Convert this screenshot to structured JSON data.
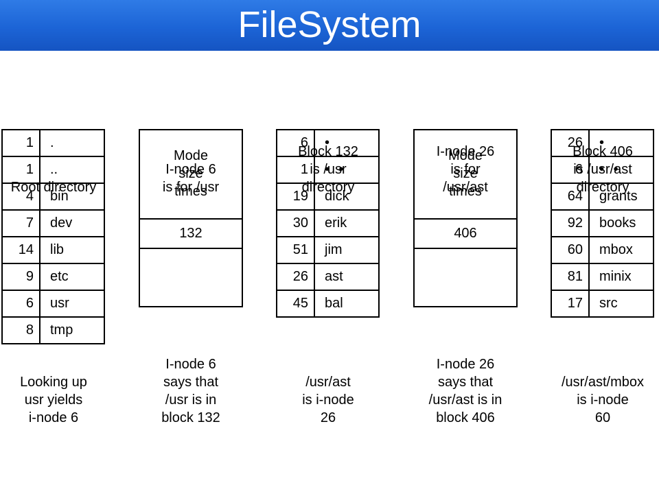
{
  "title": "FileSystem",
  "root": {
    "heading": [
      "Root directory"
    ],
    "entries": [
      {
        "num": "1",
        "name": "."
      },
      {
        "num": "1",
        "name": ".."
      },
      {
        "num": "4",
        "name": "bin"
      },
      {
        "num": "7",
        "name": "dev"
      },
      {
        "num": "14",
        "name": "lib"
      },
      {
        "num": "9",
        "name": "etc"
      },
      {
        "num": "6",
        "name": "usr"
      },
      {
        "num": "8",
        "name": "tmp"
      }
    ],
    "caption": [
      "Looking up",
      "usr yields",
      "i-node 6"
    ]
  },
  "inode6": {
    "heading": [
      "I-node 6",
      "is for /usr"
    ],
    "meta": [
      "Mode",
      "size",
      "times"
    ],
    "block": "132",
    "caption": [
      "I-node 6",
      "says that",
      "/usr is in",
      "block 132"
    ]
  },
  "block132": {
    "heading": [
      "Block 132",
      "is /usr",
      "directory"
    ],
    "entries": [
      {
        "num": "6",
        "name": "•"
      },
      {
        "num": "1",
        "name": "• •"
      },
      {
        "num": "19",
        "name": "dick"
      },
      {
        "num": "30",
        "name": "erik"
      },
      {
        "num": "51",
        "name": "jim"
      },
      {
        "num": "26",
        "name": "ast"
      },
      {
        "num": "45",
        "name": "bal"
      }
    ],
    "caption": [
      "/usr/ast",
      "is i-node",
      "26"
    ]
  },
  "inode26": {
    "heading": [
      "I-node 26",
      "is for",
      "/usr/ast"
    ],
    "meta": [
      "Mode",
      "size",
      "times"
    ],
    "block": "406",
    "caption": [
      "I-node 26",
      "says that",
      "/usr/ast is in",
      "block 406"
    ]
  },
  "block406": {
    "heading": [
      "Block 406",
      "is /usr/ast",
      "directory"
    ],
    "entries": [
      {
        "num": "26",
        "name": "•"
      },
      {
        "num": "6",
        "name": "• •"
      },
      {
        "num": "64",
        "name": "grants"
      },
      {
        "num": "92",
        "name": "books"
      },
      {
        "num": "60",
        "name": "mbox"
      },
      {
        "num": "81",
        "name": "minix"
      },
      {
        "num": "17",
        "name": "src"
      }
    ],
    "caption": [
      "/usr/ast/mbox",
      "is i-node",
      "60"
    ]
  }
}
